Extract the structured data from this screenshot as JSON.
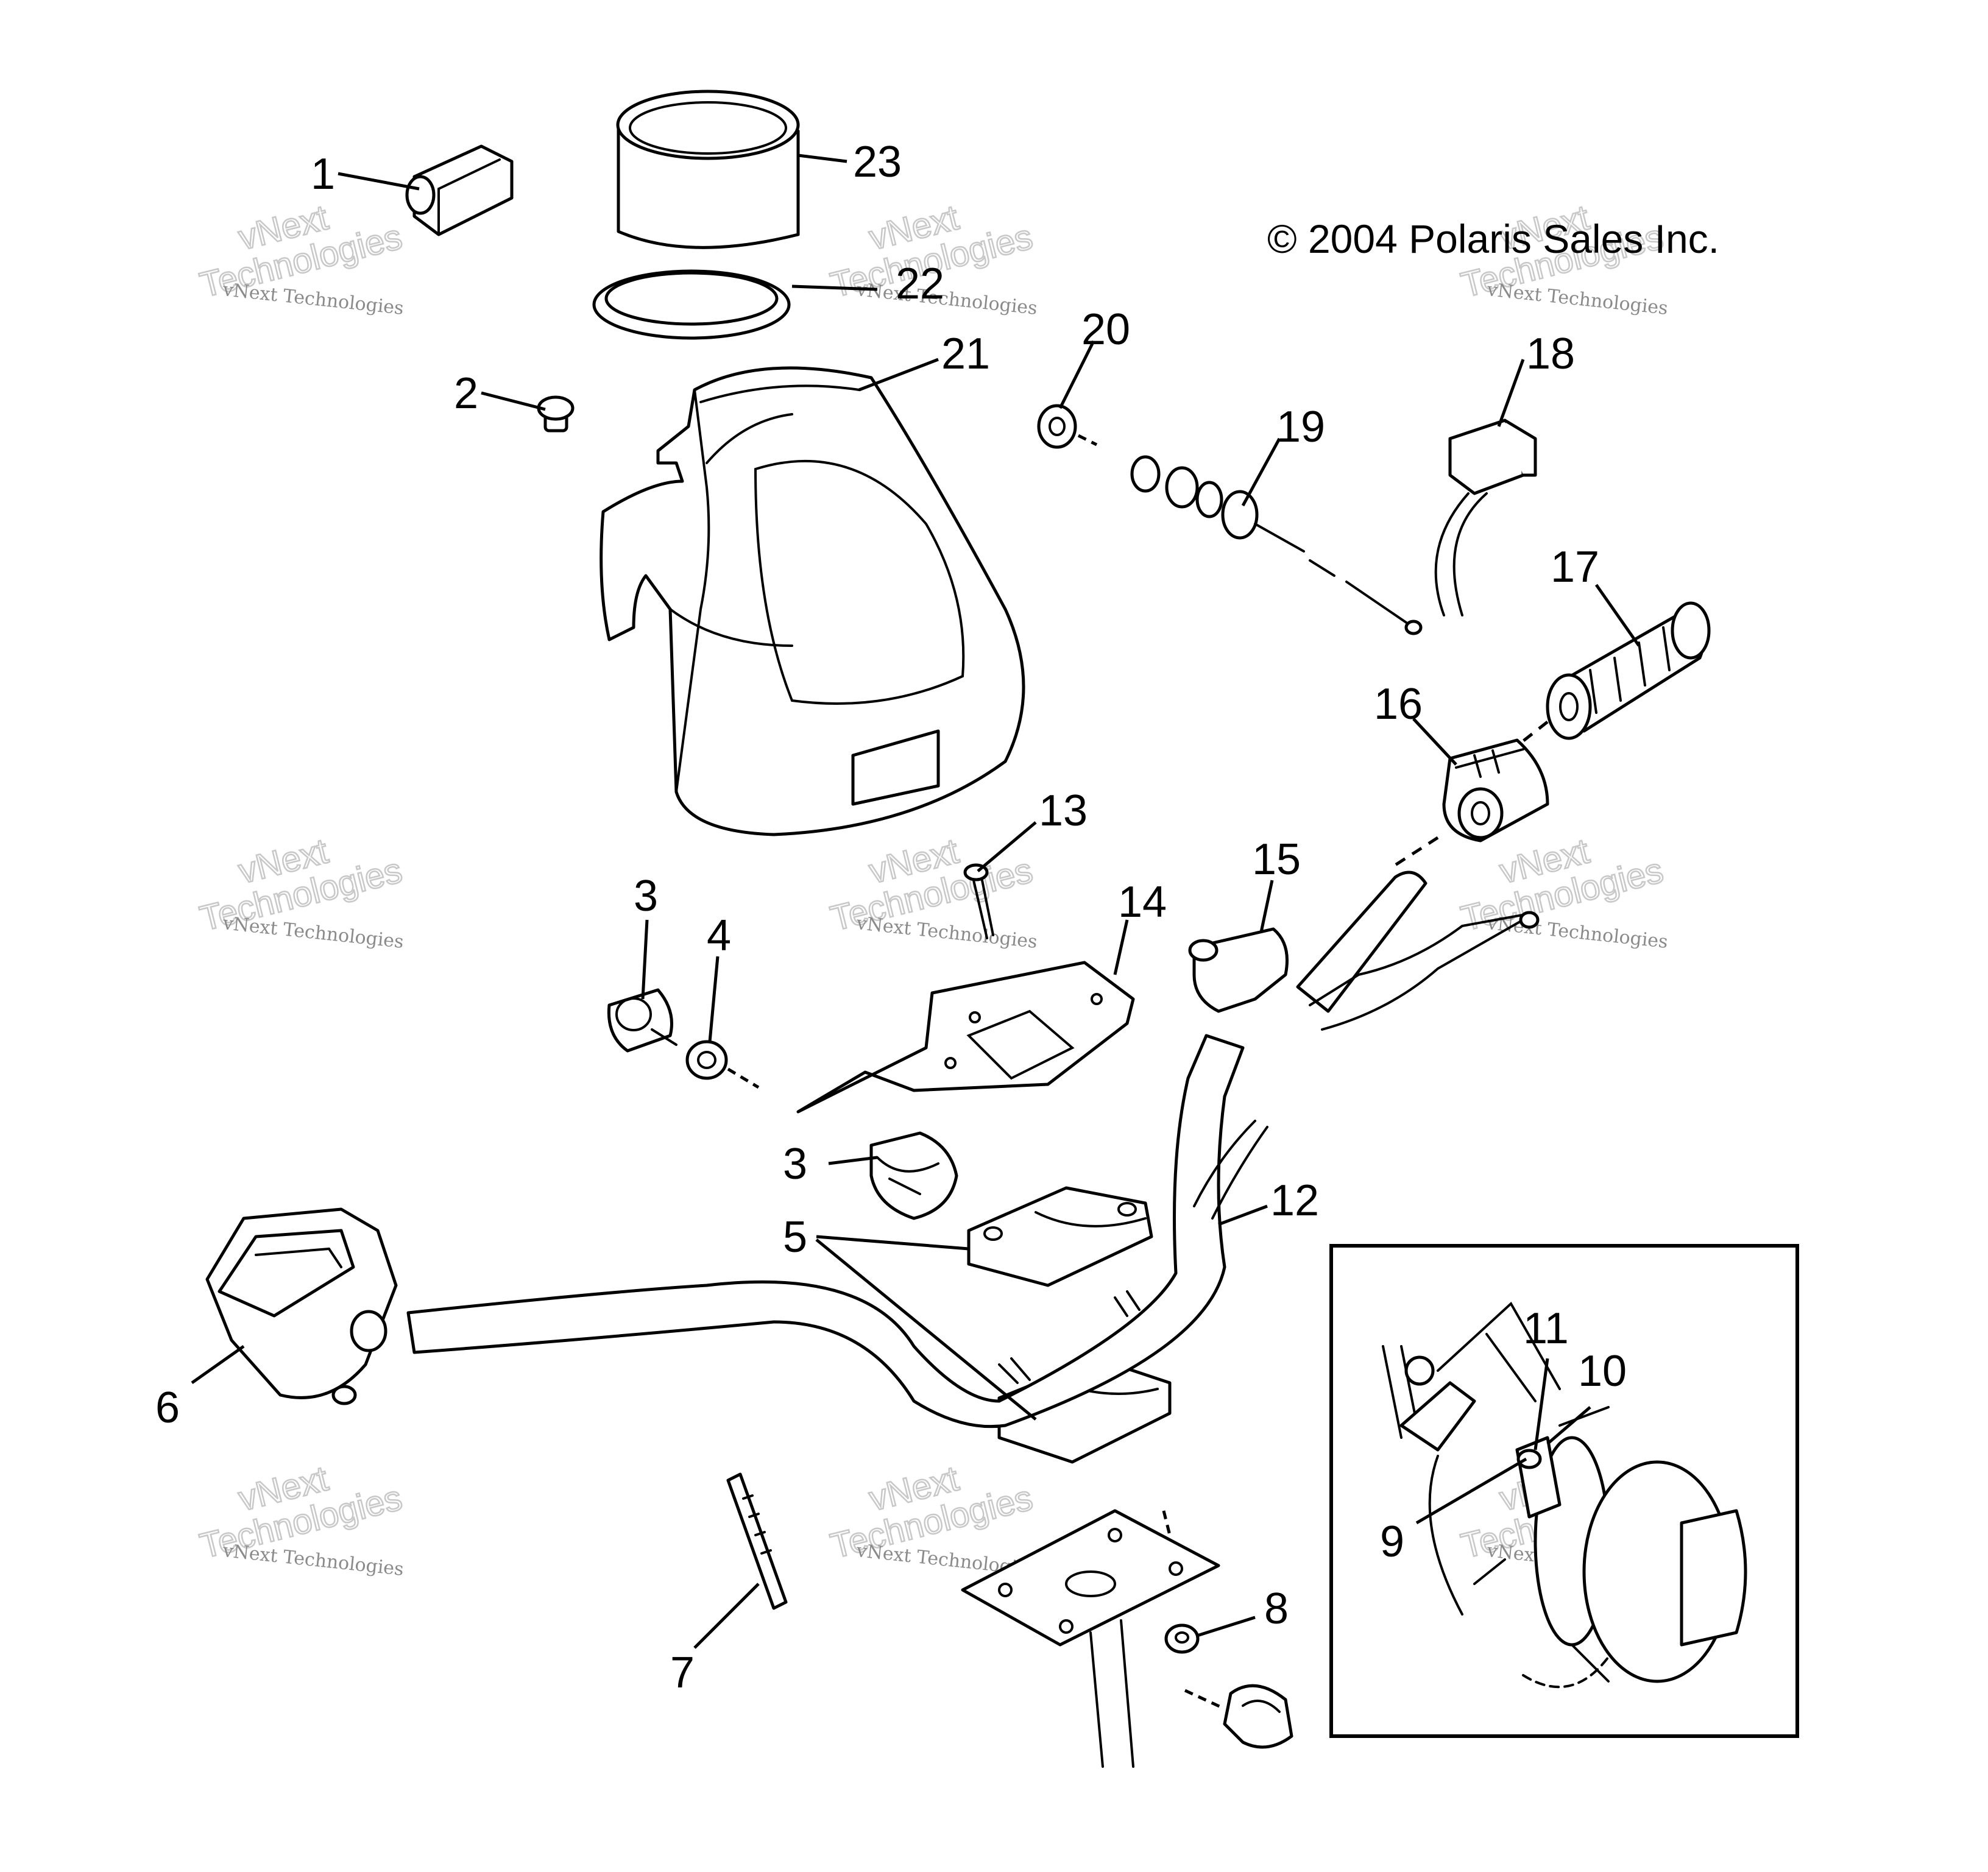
{
  "copyright": "© 2004 Polaris Sales Inc.",
  "watermark": {
    "brand_line1": "vNext",
    "brand_line2": "Technologies",
    "small_text": "vNext Technologies"
  },
  "callouts": {
    "p1": "1",
    "p2": "2",
    "p3a": "3",
    "p3b": "3",
    "p4": "4",
    "p5": "5",
    "p6": "6",
    "p7": "7",
    "p8": "8",
    "p9": "9",
    "p10": "10",
    "p11": "11",
    "p12": "12",
    "p13": "13",
    "p14": "14",
    "p15": "15",
    "p16": "16",
    "p17": "17",
    "p18": "18",
    "p19": "19",
    "p20": "20",
    "p21": "21",
    "p22": "22",
    "p23": "23"
  }
}
